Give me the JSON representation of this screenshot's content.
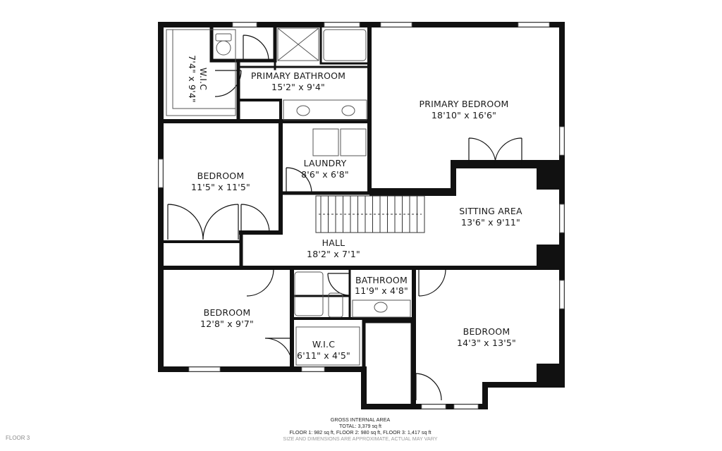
{
  "floor_label": "FLOOR 3",
  "rooms": [
    {
      "id": "wic-primary",
      "name": "W.I.C",
      "dims": "7'4\" x 9'4\""
    },
    {
      "id": "primary-bathroom",
      "name": "PRIMARY BATHROOM",
      "dims": "15'2\" x 9'4\""
    },
    {
      "id": "primary-bedroom",
      "name": "PRIMARY BEDROOM",
      "dims": "18'10\" x 16'6\""
    },
    {
      "id": "bedroom-1",
      "name": "BEDROOM",
      "dims": "11'5\" x 11'5\""
    },
    {
      "id": "laundry",
      "name": "LAUNDRY",
      "dims": "8'6\" x 6'8\""
    },
    {
      "id": "sitting-area",
      "name": "SITTING AREA",
      "dims": "13'6\" x 9'11\""
    },
    {
      "id": "hall",
      "name": "HALL",
      "dims": "18'2\" x 7'1\""
    },
    {
      "id": "bathroom",
      "name": "BATHROOM",
      "dims": "11'9\" x 4'8\""
    },
    {
      "id": "bedroom-2",
      "name": "BEDROOM",
      "dims": "12'8\" x 9'7\""
    },
    {
      "id": "wic-small",
      "name": "W.I.C",
      "dims": "6'11\" x 4'5\""
    },
    {
      "id": "bedroom-3",
      "name": "BEDROOM",
      "dims": "14'3\" x 13'5\""
    }
  ],
  "footer": {
    "heading": "GROSS INTERNAL AREA",
    "total": "TOTAL: 3,379 sq ft",
    "floors": "FLOOR 1: 982 sq ft, FLOOR 2: 980 sq ft, FLOOR 3: 1,417 sq ft",
    "disclaimer": "SIZE AND DIMENSIONS ARE APPROXIMATE, ACTUAL MAY VARY"
  },
  "colors": {
    "wall": "#111111",
    "fixture": "#555555",
    "background": "#ffffff"
  }
}
